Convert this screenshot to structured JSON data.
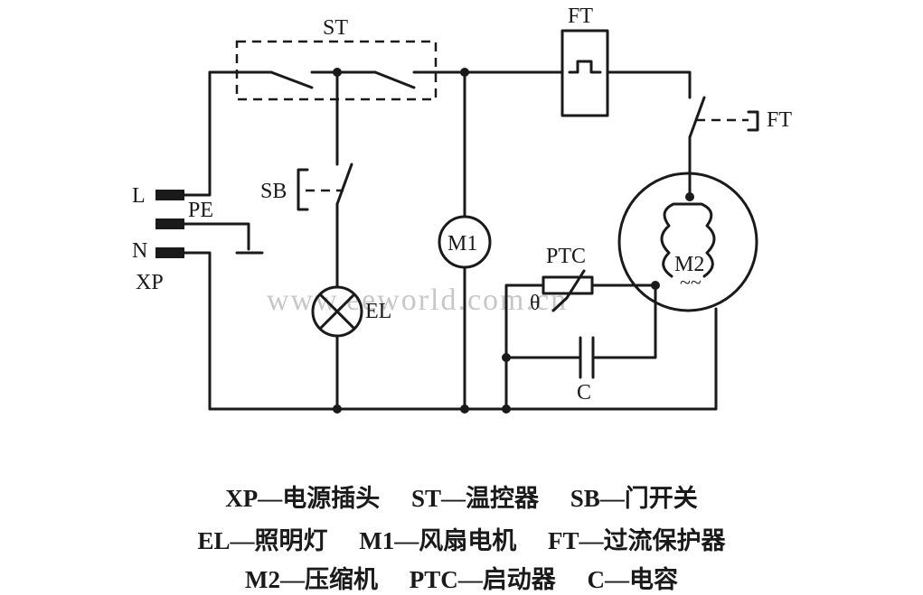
{
  "labels": {
    "st": "ST",
    "ft_top": "FT",
    "ft_right": "FT",
    "l": "L",
    "pe": "PE",
    "n": "N",
    "xp": "XP",
    "sb": "SB",
    "el": "EL",
    "m1": "M1",
    "m2": "M2",
    "m2_mark": "~~",
    "ptc": "PTC",
    "theta": "θ",
    "c": "C"
  },
  "watermark": "www.eeworld.com.cn",
  "legend": {
    "row1": [
      "XP—电源插头",
      "ST—温控器",
      "SB—门开关"
    ],
    "row2": [
      "EL—照明灯",
      "M1—风扇电机",
      "FT—过流保护器"
    ],
    "row3": [
      "M2—压缩机",
      "PTC—启动器",
      "C—电容"
    ]
  }
}
